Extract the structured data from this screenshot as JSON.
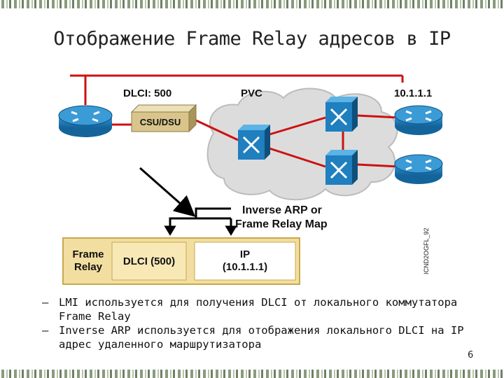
{
  "slide": {
    "title": "Отображение Frame Relay адресов в IP",
    "page_number": "6"
  },
  "diagram": {
    "labels": {
      "dlci": "DLCI: 500",
      "pvc": "PVC",
      "ip_address": "10.1.1.1",
      "csu_dsu": "CSU/DSU",
      "map_title_line1": "Inverse ARP or",
      "map_title_line2": "Frame Relay Map",
      "figure_id": "ICND2OGFL_92"
    },
    "map_table": {
      "protocol_line1": "Frame",
      "protocol_line2": "Relay",
      "dlci_cell": "DLCI (500)",
      "ip_label": "IP",
      "ip_value": "(10.1.1.1)"
    },
    "colors": {
      "router": "#1f7fbf",
      "switch": "#1f7fbf",
      "csu_dsu": "#d9c58c",
      "table_bg": "#f2dea0",
      "table_border": "#c9a94e",
      "cloud": "#d9d9d9",
      "vc_line": "#cc1111",
      "arrow": "#000000"
    }
  },
  "bullets": [
    {
      "line1": "LMI используется для получения DLCI от локального коммутатора",
      "line2": "Frame Relay"
    },
    {
      "line1": "Inverse ARP используется для отображения локального DLCI на IP",
      "line2": "адрес удаленного маршрутизатора"
    }
  ]
}
